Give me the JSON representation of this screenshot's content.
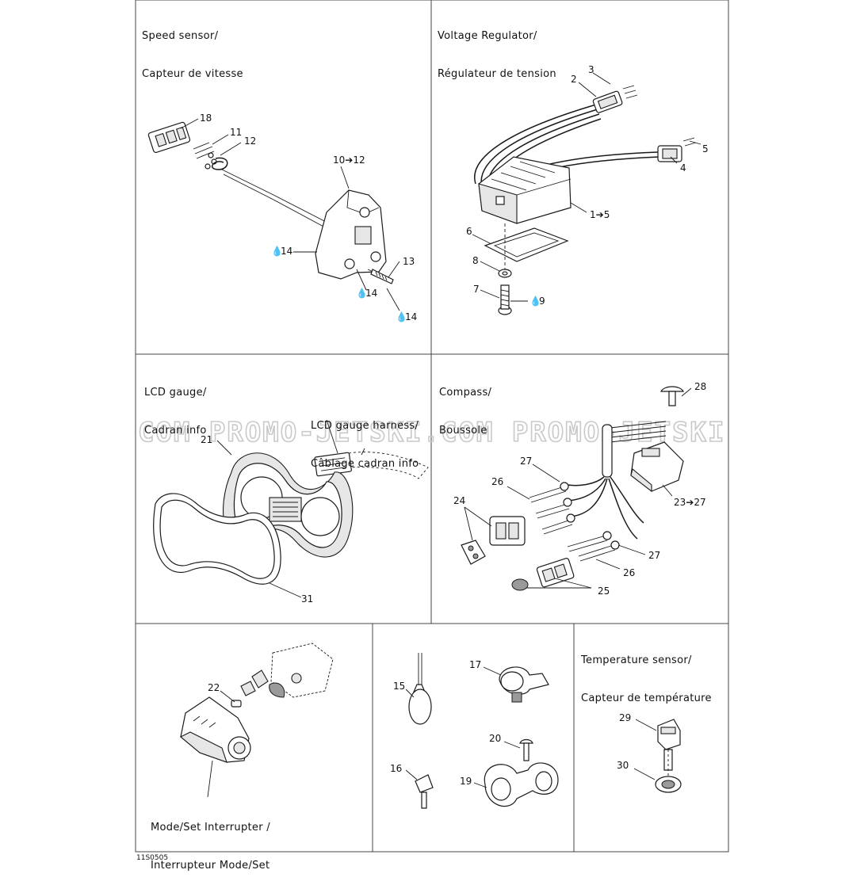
{
  "panels": {
    "speed_sensor": {
      "title_en": "Speed sensor/",
      "title_fr": "Capteur de vitesse",
      "callouts": [
        "18",
        "11",
        "12",
        "10➔12",
        "14",
        "13",
        "14",
        "14"
      ]
    },
    "voltage_regulator": {
      "title_en": "Voltage Regulator/",
      "title_fr": "Régulateur de tension",
      "callouts": [
        "3",
        "2",
        "5",
        "4",
        "1➔5",
        "6",
        "8",
        "7",
        "9"
      ]
    },
    "lcd_gauge": {
      "title_en": "LCD gauge/",
      "title_fr": "Cadran info",
      "harness_en": "LCD gauge harness/",
      "harness_fr": "Câblage cadran info",
      "callouts": [
        "21",
        "31"
      ]
    },
    "compass": {
      "title_en": "Compass/",
      "title_fr": "Boussole",
      "callouts": [
        "28",
        "27",
        "26",
        "24",
        "23➔27",
        "27",
        "26",
        "25"
      ]
    },
    "mode_set": {
      "caption_en": "Mode/Set Interrupter /",
      "caption_fr": "Interrupteur Mode/Set",
      "callouts": [
        "22"
      ]
    },
    "clamps": {
      "callouts": [
        "17",
        "15",
        "20",
        "16",
        "19"
      ]
    },
    "temperature_sensor": {
      "title_en": "Temperature sensor/",
      "title_fr": "Capteur de température",
      "callouts": [
        "29",
        "30"
      ]
    }
  },
  "watermark": "COM   PROMO-JETSKI.COM   PROMO-JETSKI",
  "reference_code": "11S0505",
  "colors": {
    "ink": "#1a1a1a",
    "watermark": "#c9c9c9",
    "frame": "#444444"
  }
}
